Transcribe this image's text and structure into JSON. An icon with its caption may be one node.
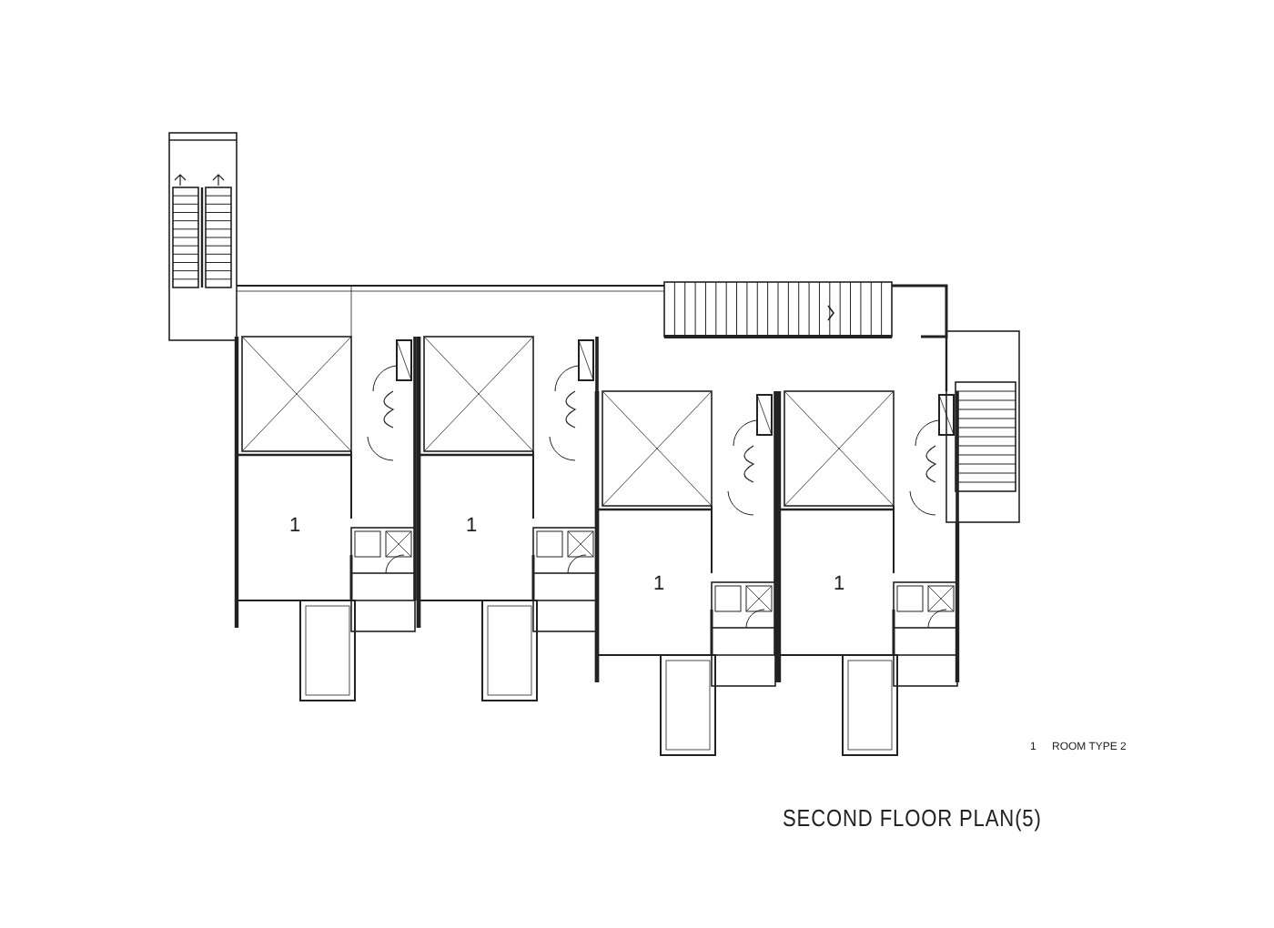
{
  "diagram": {
    "title": "SECOND FLOOR PLAN(5)",
    "labels": [
      "1",
      "1",
      "1",
      "1",
      "1",
      "ROOM TYPE 2"
    ]
  }
}
